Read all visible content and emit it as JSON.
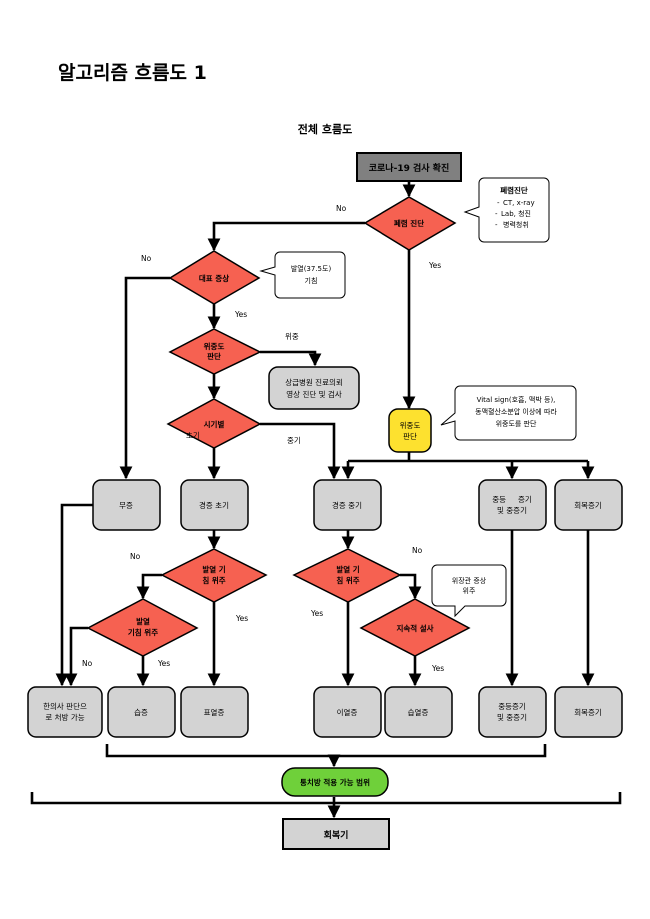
{
  "page_title": "알고리즘 흐름도 1",
  "diagram_title": "전체 흐름도",
  "colors": {
    "diamond": "#f66151",
    "box": "#d3d3d3",
    "dark_box": "#808080",
    "yellow": "#fde12f",
    "green": "#6fd03a",
    "line": "#000000"
  },
  "nodes": {
    "start": "코로나-19 검사 확진",
    "pneumonia": "폐렴 진단",
    "main_symptom": "대표 증상",
    "severity_1": [
      "위중도",
      "판단"
    ],
    "referral": [
      "상급병원 진료의뢰",
      "영상 진단 및 검사"
    ],
    "timing": "시기별",
    "severity_2": [
      "위중도",
      "판단"
    ],
    "asymptomatic": "무증",
    "mild_early": "경증 초기",
    "mild_mid": "경증 중기",
    "moderate": [
      "중등     증기",
      "및 중증기"
    ],
    "recovery_stage": "회복증기",
    "fever_cough_1": [
      "발열 기",
      "침 위주"
    ],
    "fever_cough_2": [
      "발열 기",
      "침 위주"
    ],
    "fever_cough_3": [
      "발열",
      "기침 위주"
    ],
    "diarrhea": "지속적 설사",
    "referral_final": [
      "한의사 판단으",
      "로 처방 가능"
    ],
    "result_1": "습증",
    "result_2": "표열증",
    "result_3": "이열증",
    "result_4": "습열증",
    "result_5": [
      "중등증기",
      "및 중증기"
    ],
    "result_6": "회복증기",
    "applicable": "통치방 적용 가능 범위",
    "final": "회복기"
  },
  "notes": {
    "pneumonia_dx": {
      "title": "폐렴진단",
      "items": [
        "CT, x-ray",
        "Lab, 청진",
        "병력청취"
      ]
    },
    "fever": [
      "발열(37.5도)",
      "기침"
    ],
    "vital": [
      "Vital sign(호흡, 맥박 등),",
      "동맥혈산소분압 이상에 따라",
      "위중도를 판단"
    ],
    "gi": [
      "위장관 증상",
      "위주"
    ]
  },
  "edge_labels": {
    "no_1": "No",
    "yes_1": "Yes",
    "no_2": "No",
    "yes_2": "Yes",
    "severe": "위중",
    "early": "초기",
    "mid": "중기",
    "no_3": "No",
    "yes_3": "Yes",
    "no_4": "No",
    "yes_4": "Yes",
    "no_5": "No",
    "yes_5": "Yes",
    "yes_6": "Yes"
  }
}
